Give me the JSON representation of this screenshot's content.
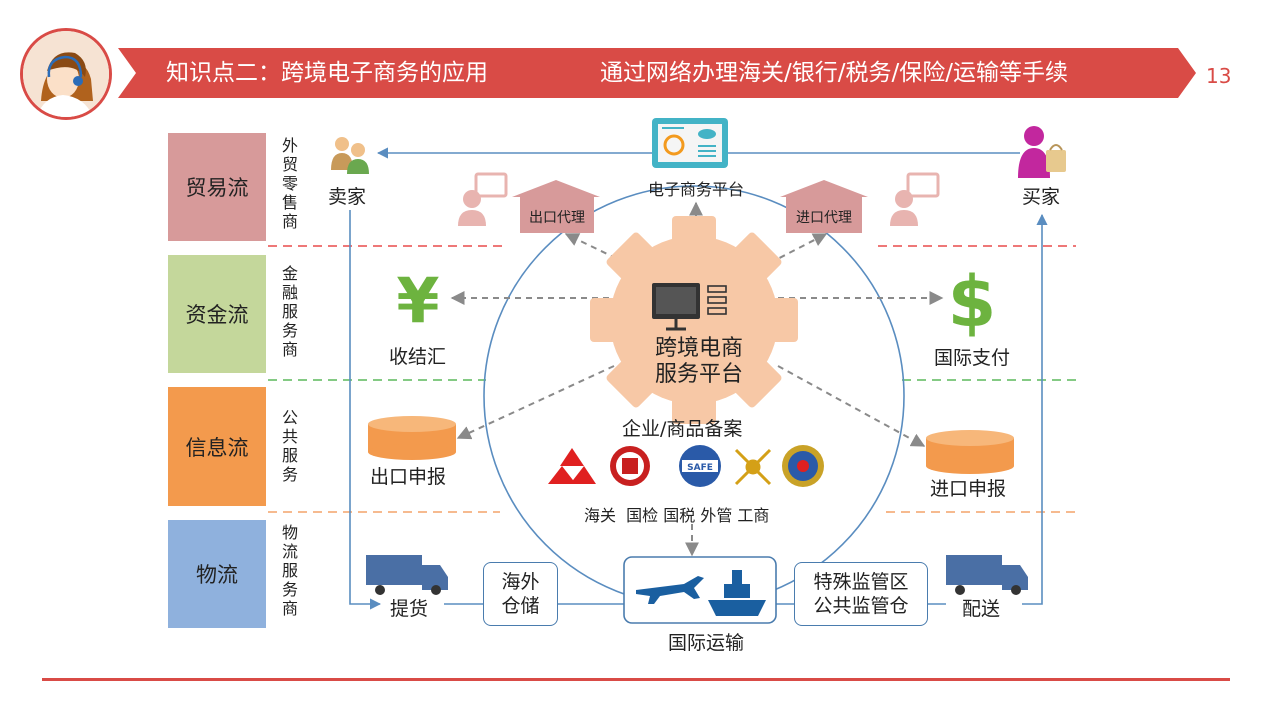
{
  "header": {
    "title": "知识点二：跨境电子商务的应用",
    "subtitle": "通过网络办理海关/银行/税务/保险/运输等手续",
    "page_number": "13"
  },
  "colors": {
    "accent": "#d94b46",
    "trade": "#d79a9a",
    "fund": "#c4d79b",
    "info": "#f39a4d",
    "logistics": "#8fb1dd",
    "platform_gear": "#f7c8a6"
  },
  "categories": [
    {
      "label": "贸易流",
      "side": "外贸零售商"
    },
    {
      "label": "资金流",
      "side": "金融服务商"
    },
    {
      "label": "信息流",
      "side": "公共服务"
    },
    {
      "label": "物流",
      "side": "物流服务商"
    }
  ],
  "diagram": {
    "seller": "卖家",
    "buyer": "买家",
    "ecommerce_platform": "电子商务平台",
    "export_agent": "出口代理",
    "import_agent": "进口代理",
    "settlement": "收结汇",
    "intl_payment": "国际支付",
    "platform_line1": "跨境电商",
    "platform_line2": "服务平台",
    "filing": "企业/商品备案",
    "export_declaration": "出口申报",
    "import_declaration": "进口申报",
    "agencies": "海关  国检 国税 外管 工商",
    "pickup": "提货",
    "overseas_warehouse": "海外\n仓储",
    "intl_transport": "国际运输",
    "special_zone": "特殊监管区\n公共监管仓",
    "delivery": "配送",
    "safe_badge": "SAFE"
  }
}
